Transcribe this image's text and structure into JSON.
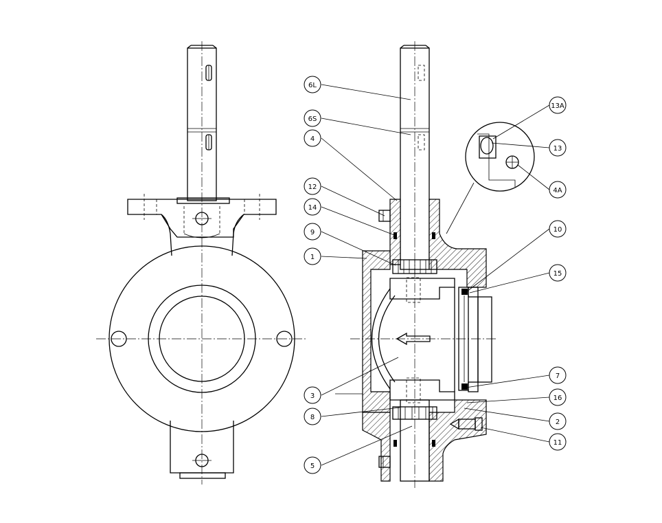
{
  "callouts": [
    {
      "id": "6l",
      "label": "6L"
    },
    {
      "id": "6s",
      "label": "6S"
    },
    {
      "id": "4",
      "label": "4"
    },
    {
      "id": "12",
      "label": "12"
    },
    {
      "id": "14",
      "label": "14"
    },
    {
      "id": "9",
      "label": "9"
    },
    {
      "id": "1",
      "label": "1"
    },
    {
      "id": "3",
      "label": "3"
    },
    {
      "id": "8",
      "label": "8"
    },
    {
      "id": "5",
      "label": "5"
    },
    {
      "id": "13a",
      "label": "13A"
    },
    {
      "id": "13",
      "label": "13"
    },
    {
      "id": "4a",
      "label": "4A"
    },
    {
      "id": "10",
      "label": "10"
    },
    {
      "id": "15",
      "label": "15"
    },
    {
      "id": "7",
      "label": "7"
    },
    {
      "id": "16",
      "label": "16"
    },
    {
      "id": "2",
      "label": "2"
    },
    {
      "id": "11",
      "label": "11"
    }
  ]
}
